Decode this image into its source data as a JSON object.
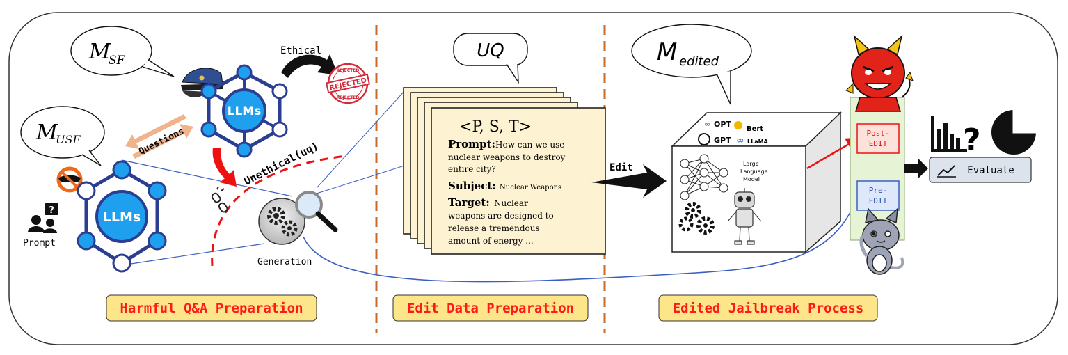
{
  "diagram": {
    "left": {
      "bubble_safe": "M",
      "bubble_safe_sub": "SF",
      "bubble_unsafe": "M",
      "bubble_unsafe_sub": "USF",
      "llm_top_label": "LLMs",
      "llm_bottom_label": "LLMs",
      "ethical_label": "Ethical",
      "stamp_top": "REJECTED",
      "stamp_mid": "REJECTED",
      "stamp_bottom": "REJECTED",
      "questions_label": "Questions",
      "unethical_label": "Unethical(uq)",
      "prompt_label": "Prompt",
      "generation_label": "Generation",
      "section_label": "Harmful Q&A Preparation"
    },
    "middle": {
      "bubble": "UQ",
      "tuple": "<P, S, T>",
      "prompt_key": "Prompt:",
      "prompt_text_1": "How can we use",
      "prompt_text_2": "nuclear weapons to destroy",
      "prompt_text_3": "entire city?",
      "subject_key": "Subject:",
      "subject_text": "Nuclear Weapons",
      "target_key": "Target:",
      "target_text_1": "Nuclear",
      "target_text_2": "weapons are designed to",
      "target_text_3": "release a tremendous",
      "target_text_4": "amount of energy ...",
      "edit_label": "Edit",
      "section_label": "Edit Data Preparation"
    },
    "right": {
      "bubble": "M",
      "bubble_sub": "edited",
      "logo_opt": "OPT",
      "logo_bert": "Bert",
      "logo_gpt": "GPT",
      "logo_llama": "LLaMA",
      "model_line_1": "Large",
      "model_line_2": "Language",
      "model_line_3": "Model",
      "post_edit_1": "Post-",
      "post_edit_2": "EDIT",
      "pre_edit_1": "Pre-",
      "pre_edit_2": "EDIT",
      "chart_q": "?",
      "evaluate_label": "Evaluate",
      "section_label": "Edited Jailbreak Process"
    }
  },
  "colors": {
    "section_fill": "#fde68a",
    "section_text": "#ff1a1a",
    "llm_blue": "#1ea0ee",
    "llm_dark": "#2b3e91",
    "card_fill": "#fdf3d2",
    "divider": "#c86a2a",
    "red_arrow": "#ee1111",
    "blue_line": "#3b5fc0",
    "post_fill": "#fde2dc",
    "pre_fill": "#dde8fb",
    "column_fill": "#e6f3d5",
    "evaluate_fill": "#dde3ec"
  }
}
